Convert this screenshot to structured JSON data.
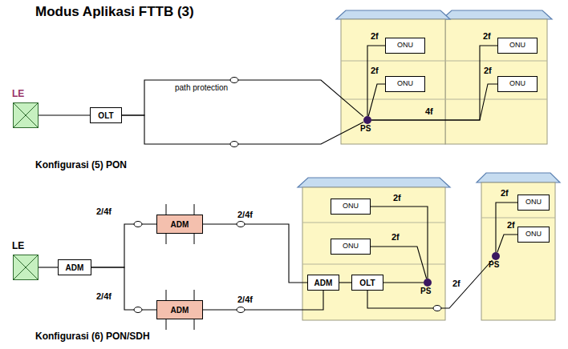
{
  "diagram": {
    "title": "Modus Aplikasi FTTB (3)",
    "nodes": [
      {
        "text": [
          "LE"
        ]
      },
      {
        "text": [
          "OLT"
        ]
      },
      {
        "text": [
          "ONU"
        ]
      },
      {
        "text": [
          "ONU"
        ]
      },
      {
        "text": [
          "PS"
        ]
      },
      {
        "text": [
          "ONU"
        ]
      },
      {
        "text": [
          "ONU"
        ]
      },
      {
        "text": [
          "LE"
        ]
      },
      {
        "text": [
          "ADM"
        ]
      },
      {
        "text": [
          "ADM"
        ]
      },
      {
        "text": [
          "ADM"
        ]
      },
      {
        "text": [
          "ONU"
        ]
      },
      {
        "text": [
          "ONU"
        ]
      },
      {
        "text": [
          "ADM"
        ]
      },
      {
        "text": [
          "OLT"
        ]
      },
      {
        "text": [
          "PS"
        ]
      },
      {
        "text": [
          "ONU"
        ]
      },
      {
        "text": [
          "ONU"
        ]
      },
      {
        "text": [
          "PS"
        ]
      }
    ],
    "edges": [
      {
        "from": 0,
        "to": 1,
        "arrow": "none"
      },
      {
        "from": 1,
        "to": 4,
        "label": "path protection",
        "arrow": "none"
      },
      {
        "from": 1,
        "to": 4,
        "arrow": "none"
      },
      {
        "from": 4,
        "to": 2,
        "label": "2f",
        "arrow": "none"
      },
      {
        "from": 4,
        "to": 3,
        "label": "2f",
        "arrow": "none"
      },
      {
        "from": 4,
        "to": 5,
        "label": "2f",
        "arrow": "none"
      },
      {
        "from": 4,
        "to": 6,
        "label": "2f",
        "arrow": "none"
      },
      {
        "from": 7,
        "to": 8,
        "arrow": "none"
      },
      {
        "from": 8,
        "to": 9,
        "label": "2/4f",
        "arrow": "none"
      },
      {
        "from": 8,
        "to": 10,
        "label": "2/4f",
        "arrow": "none"
      },
      {
        "from": 9,
        "to": 13,
        "label": "2/4f",
        "arrow": "none"
      },
      {
        "from": 10,
        "to": 13,
        "label": "2/4f",
        "arrow": "none"
      },
      {
        "from": 13,
        "to": 14,
        "arrow": "none"
      },
      {
        "from": 14,
        "to": 15,
        "arrow": "none"
      },
      {
        "from": 15,
        "to": 11,
        "label": "2f",
        "arrow": "none"
      },
      {
        "from": 15,
        "to": 12,
        "label": "2f",
        "arrow": "none"
      },
      {
        "from": 14,
        "to": 18,
        "label": "2f",
        "arrow": "none"
      },
      {
        "from": 18,
        "to": 16,
        "label": "2f",
        "arrow": "none"
      },
      {
        "from": 18,
        "to": 17,
        "label": "2f",
        "arrow": "none"
      }
    ],
    "labels": [
      "Konfigurasi (5) PON",
      "Konfigurasi (6) PON/SDH",
      "4f"
    ]
  }
}
